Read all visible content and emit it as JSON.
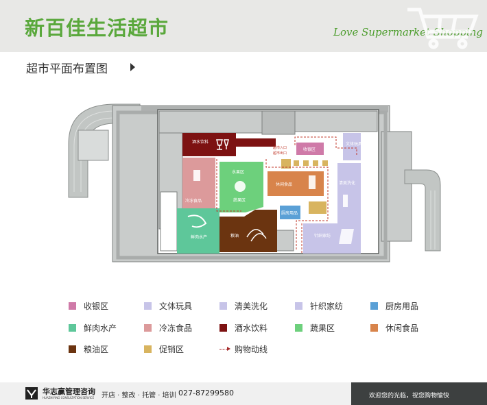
{
  "header": {
    "title": "新百佳生活超市",
    "slogan": "Love Supermarket Shopping"
  },
  "plan_title": "超市平面布置图",
  "areas": {
    "checkout": "收银区",
    "stationery": "文体玩具",
    "cleaning": "清美洗化",
    "textile": "针织家纺",
    "kitchen": "厨房用品",
    "fresh": "鲜肉水产",
    "frozen": "冷冻食品",
    "liquor": "酒水饮料",
    "veg_top": "水果区",
    "veg_bottom": "蔬果区",
    "snacks": "休闲食品",
    "grain": "粮油"
  },
  "small_labels": {
    "entry": "超市入口",
    "exit": "超市出口"
  },
  "legend": [
    {
      "label": "收银区",
      "color": "#cf7aa8"
    },
    {
      "label": "文体玩具",
      "color": "#c7c4e8"
    },
    {
      "label": "清美洗化",
      "color": "#c7c4e8"
    },
    {
      "label": "针织家纺",
      "color": "#c7c4e8"
    },
    {
      "label": "厨房用品",
      "color": "#5aa0d6"
    },
    {
      "label": "鲜肉水产",
      "color": "#5ec79a"
    },
    {
      "label": "冷冻食品",
      "color": "#dc9a9b"
    },
    {
      "label": "酒水饮料",
      "color": "#7d1212"
    },
    {
      "label": "蔬果区",
      "color": "#6dd07c"
    },
    {
      "label": "休闲食品",
      "color": "#d8844b"
    },
    {
      "label": "粮油区",
      "color": "#6b3410"
    },
    {
      "label": "促销区",
      "color": "#d8b45f"
    },
    {
      "label": "购物动线",
      "color": "#a52a2a"
    }
  ],
  "footer": {
    "company": "华志赢管理咨询",
    "company_en": "HUAZHIYING CONSULTATION SERVICE",
    "services": "开店 · 整改 · 托管 · 培训",
    "phone": "027-87299580",
    "welcome": "欢迎您的光临，祝您购物愉快"
  }
}
